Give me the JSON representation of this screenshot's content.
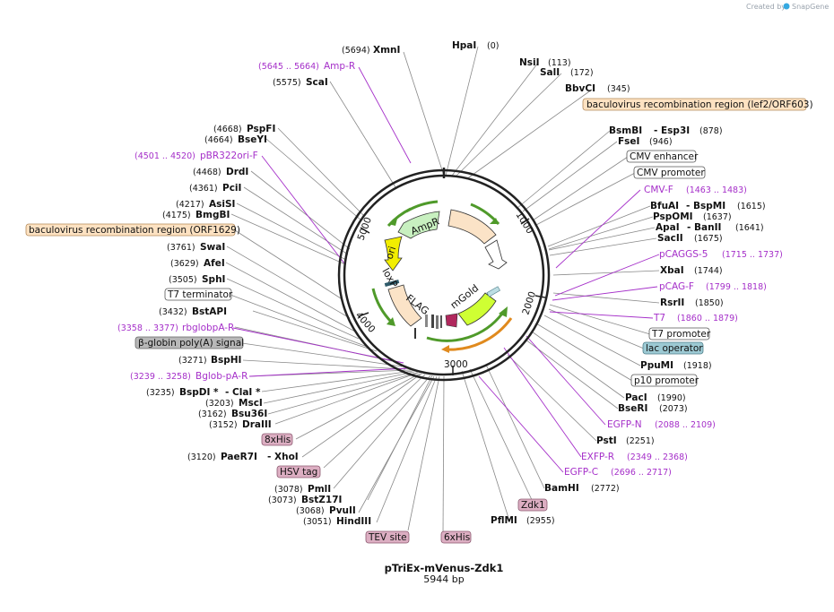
{
  "credit": {
    "prefix": "Created by",
    "brand": "SnapGene"
  },
  "map": {
    "name": "pTriEx-mVenus-Zdk1",
    "length": "5944 bp"
  },
  "backbone_ticks": [
    "1000",
    "2000",
    "3000",
    "4000",
    "5000"
  ],
  "features": [
    "AmpR",
    "ori",
    "loxP",
    "FLAG",
    "mGold"
  ],
  "labels": {
    "xmni": {
      "pos": "(5694)",
      "name": "XmnI"
    },
    "hpai": {
      "pos": "(0)",
      "name": "HpaI"
    },
    "nsii": {
      "pos": "(113)",
      "name": "NsiI"
    },
    "sali": {
      "pos": "(172)",
      "name": "SalI"
    },
    "bbvci": {
      "pos": "(345)",
      "name": "BbvCI"
    },
    "ampr_primer": {
      "range": "(5645 .. 5664)",
      "name": "Amp-R"
    },
    "scai": {
      "pos": "(5575)",
      "name": "ScaI"
    },
    "baculo_lef2": {
      "name": "baculovirus recombination region (lef2/ORF603)"
    },
    "bsmbi": {
      "name": "BsmBI",
      "iso": "- Esp3I",
      "pos": "(878)"
    },
    "fsei": {
      "name": "FseI",
      "pos": "(946)"
    },
    "cmv_enh": {
      "name": "CMV enhancer"
    },
    "cmv_prom": {
      "name": "CMV promoter"
    },
    "cmvf": {
      "name": "CMV-F",
      "range": "(1463 .. 1483)"
    },
    "bfuai": {
      "name": "BfuAI",
      "iso": "- BspMI",
      "pos": "(1615)"
    },
    "psp": {
      "name": "PspOMI",
      "pos": "(1637)"
    },
    "apai": {
      "name": "ApaI",
      "iso": "- BanII",
      "pos": "(1641)"
    },
    "sacii": {
      "name": "SacII",
      "pos": "(1675)"
    },
    "pcaggs5": {
      "name": "pCAGGS-5",
      "range": "(1715 .. 1737)"
    },
    "xbai": {
      "name": "XbaI",
      "pos": "(1744)"
    },
    "pcagf": {
      "name": "pCAG-F",
      "range": "(1799 .. 1818)"
    },
    "rsrii": {
      "name": "RsrII",
      "pos": "(1850)"
    },
    "t7": {
      "name": "T7",
      "range": "(1860 .. 1879)"
    },
    "t7prom": {
      "name": "T7 promoter"
    },
    "lacop": {
      "name": "lac operator"
    },
    "ppumi": {
      "name": "PpuMI",
      "pos": "(1918)"
    },
    "p10": {
      "name": "p10 promoter"
    },
    "paci": {
      "name": "PacI",
      "pos": "(1990)"
    },
    "bseri": {
      "name": "BseRI",
      "pos": "(2073)"
    },
    "egfpn": {
      "name": "EGFP-N",
      "range": "(2088 .. 2109)"
    },
    "psti": {
      "name": "PstI",
      "pos": "(2251)"
    },
    "exfpr": {
      "name": "EXFP-R",
      "range": "(2349 .. 2368)"
    },
    "egfpc": {
      "name": "EGFP-C",
      "range": "(2696 .. 2717)"
    },
    "bamhi": {
      "name": "BamHI",
      "pos": "(2772)"
    },
    "zdk1": {
      "name": "Zdk1"
    },
    "pflmi": {
      "name": "PflMI",
      "pos": "(2955)"
    },
    "his6": {
      "name": "6xHis"
    },
    "tev": {
      "name": "TEV site"
    },
    "hindiii": {
      "pos": "(3051)",
      "name": "HindIII"
    },
    "pvuii": {
      "pos": "(3068)",
      "name": "PvuII"
    },
    "bstz": {
      "pos": "(3073)",
      "name": "BstZ17I"
    },
    "pmli": {
      "pos": "(3078)",
      "name": "PmlI"
    },
    "hsv": {
      "name": "HSV tag"
    },
    "paer7i": {
      "pos": "(3120)",
      "name": "PaeR7I",
      "iso": "- XhoI"
    },
    "his8": {
      "name": "8xHis"
    },
    "draiii": {
      "pos": "(3152)",
      "name": "DraIII"
    },
    "bsu36i": {
      "pos": "(3162)",
      "name": "Bsu36I"
    },
    "msci": {
      "pos": "(3203)",
      "name": "MscI"
    },
    "bspdi": {
      "pos": "(3235)",
      "name": "BspDI *",
      "iso": "- ClaI *"
    },
    "bglobpa": {
      "range": "(3239 .. 3258)",
      "name": "Bglob-pA-R"
    },
    "bsphi": {
      "pos": "(3271)",
      "name": "BspHI"
    },
    "bglobin": {
      "name": "β-globin poly(A) signal"
    },
    "rbglob": {
      "range": "(3358 .. 3377)",
      "name": "rbglobpA-R"
    },
    "bstapi": {
      "pos": "(3432)",
      "name": "BstAPI"
    },
    "t7term": {
      "name": "T7 terminator"
    },
    "sphi": {
      "pos": "(3505)",
      "name": "SphI"
    },
    "afei": {
      "pos": "(3629)",
      "name": "AfeI"
    },
    "swai": {
      "pos": "(3761)",
      "name": "SwaI"
    },
    "baculo_orf": {
      "name": "baculovirus recombination region (ORF1629)"
    },
    "bmgbi": {
      "pos": "(4175)",
      "name": "BmgBI"
    },
    "asisi": {
      "pos": "(4217)",
      "name": "AsiSI"
    },
    "pcii": {
      "pos": "(4361)",
      "name": "PciI"
    },
    "drdi": {
      "pos": "(4468)",
      "name": "DrdI"
    },
    "pbr": {
      "range": "(4501 .. 4520)",
      "name": "pBR322ori-F"
    },
    "bseyi": {
      "pos": "(4664)",
      "name": "BseYI"
    },
    "pspfi": {
      "pos": "(4668)",
      "name": "PspFI"
    }
  },
  "colors": {
    "backbone": "#222222",
    "primer": "#a52fc9",
    "feature_orange": "#fbe3c7",
    "feature_green_arrow": "#4f9a2a",
    "feature_yellow": "#f2ee00",
    "feature_lime": "#cfff33",
    "box_pink": "#dcaec2",
    "box_gray": "#b8b8b8",
    "box_blue": "#9cc9d3",
    "box_orange": "#fde2c2"
  }
}
